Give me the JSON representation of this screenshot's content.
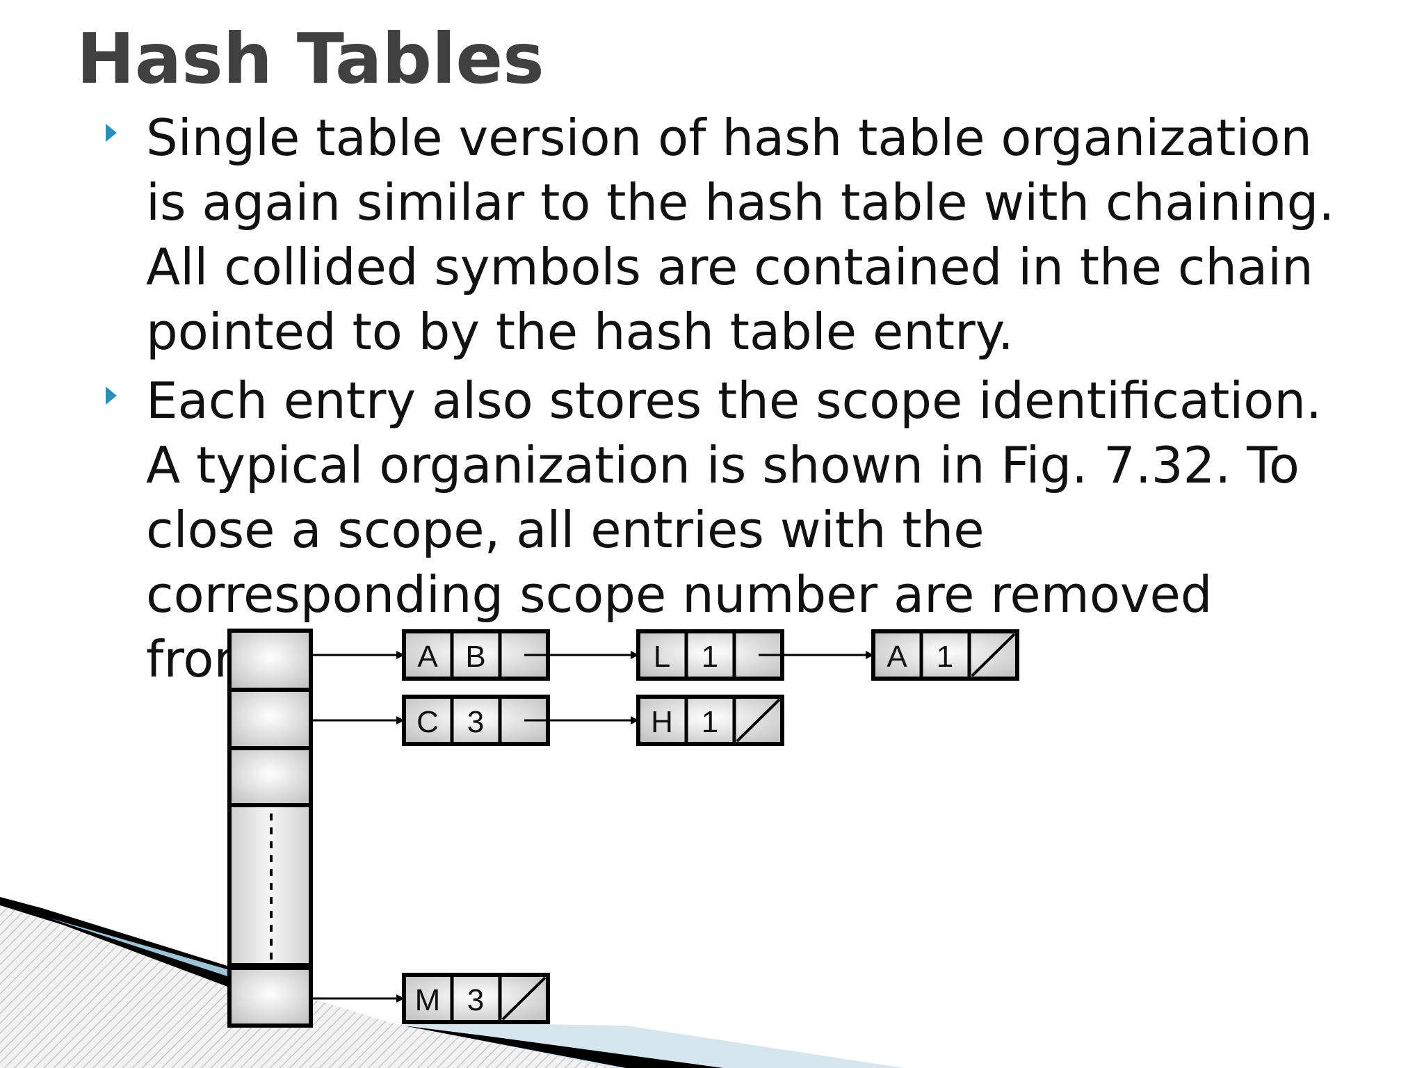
{
  "slide": {
    "title": "Hash Tables",
    "bullets": [
      {
        "text": "Single table version of hash table organization\nis again similar to the hash table with chaining.\nAll collided symbols are contained in the chain\npointed to by the hash table entry."
      },
      {
        "text": "Each entry also stores the scope identification.\nA typical organization is shown in Fig. 7.32. To\nclose a scope, all entries with the\ncorresponding scope number are removed\nfrom"
      }
    ]
  },
  "diagram": {
    "rows": [
      {
        "nodes": [
          {
            "symbol": "A",
            "scope": "B",
            "null_next": false
          },
          {
            "symbol": "L",
            "scope": "1",
            "null_next": false
          },
          {
            "symbol": "A",
            "scope": "1",
            "null_next": true
          }
        ]
      },
      {
        "nodes": [
          {
            "symbol": "C",
            "scope": "3",
            "null_next": false
          },
          {
            "symbol": "H",
            "scope": "1",
            "null_next": true
          }
        ]
      },
      {
        "nodes": [
          {
            "symbol": "M",
            "scope": "3",
            "null_next": true
          }
        ]
      }
    ]
  },
  "colors": {
    "title": "#404040",
    "text": "#111111",
    "bullet_marker": "#2a8fb6",
    "decor_dark": "#000000",
    "decor_light": "#d7e6ee"
  }
}
